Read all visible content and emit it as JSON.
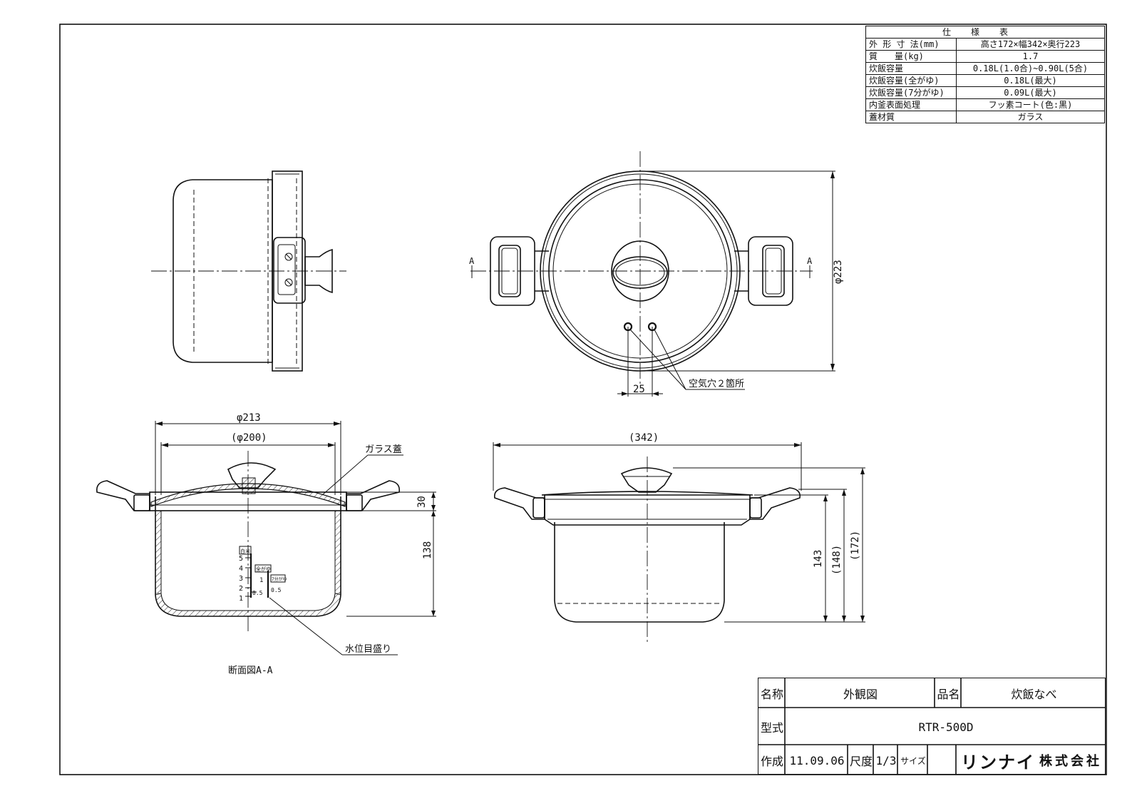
{
  "spec_table": {
    "header": "仕様表",
    "rows": [
      {
        "label": "外 形 寸 法(mm)",
        "value": "高さ172×幅342×奥行223"
      },
      {
        "label": "質　　量(kg)",
        "value": "1.7"
      },
      {
        "label": "炊飯容量",
        "value": "0.18L(1.0合)~0.90L(5合)"
      },
      {
        "label": "炊飯容量(全がゆ)",
        "value": "0.18L(最大)"
      },
      {
        "label": "炊飯容量(7分がゆ)",
        "value": "0.09L(最大)"
      },
      {
        "label": "内釜表面処理",
        "value": "フッ素コート(色:黒)"
      },
      {
        "label": "蓋材質",
        "value": "ガラス"
      }
    ]
  },
  "top_view": {
    "section_mark_left": "A",
    "section_mark_right": "A",
    "diameter_label": "φ223",
    "hole_spacing_label": "25",
    "air_hole_label": "空気穴２箇所"
  },
  "section_view": {
    "outer_diameter_label": "φ213",
    "inner_diameter_label": "(φ200)",
    "glass_lid_label": "ガラス蓋",
    "lid_height_label": "30",
    "pot_height_label": "138",
    "water_level_label": "水位目盛り",
    "caption": "断面図A-A",
    "scale_hakumai": "白米",
    "scale_zengayu": "全がゆ",
    "scale_nanabu": "7分がゆ",
    "scale_numbers": [
      "5",
      "4",
      "3",
      "2",
      "1",
      "0.5",
      "1",
      "0.5"
    ]
  },
  "front_view": {
    "width_label": "(342)",
    "height_143": "143",
    "height_148": "(148)",
    "height_172": "(172)"
  },
  "title_block": {
    "name_label": "名称",
    "name_value": "外観図",
    "product_label": "品名",
    "product_value": "炊飯なべ",
    "model_label": "型式",
    "model_value": "RTR-500D",
    "created_label": "作成",
    "created_value": "11.09.06",
    "scale_label": "尺度",
    "scale_value": "1/3",
    "size_label": "サイズ",
    "company_brand": "リンナイ",
    "company_suffix": "株式会社"
  }
}
